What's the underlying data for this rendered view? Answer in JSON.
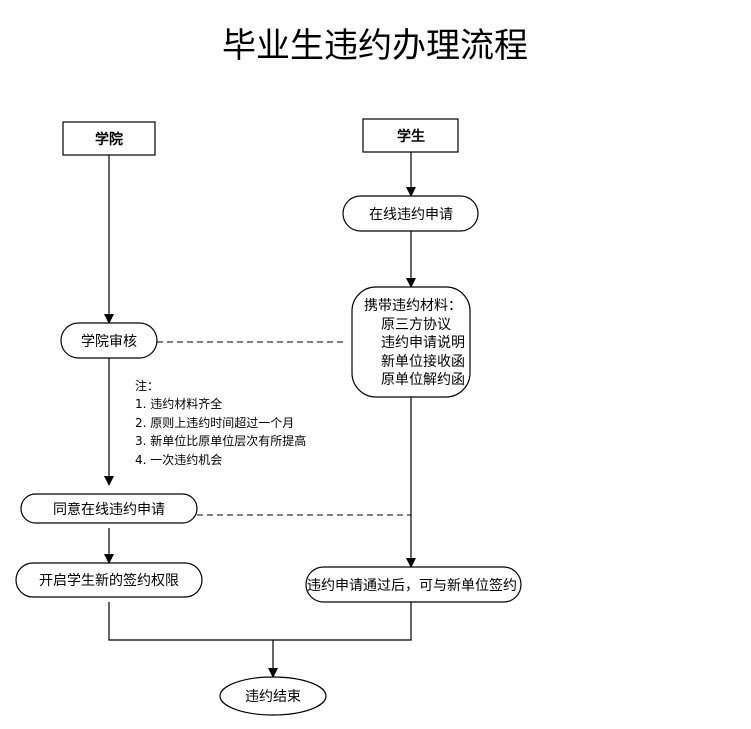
{
  "title": "毕业生违约办理流程",
  "lanes": {
    "college": "学院",
    "student": "学生"
  },
  "nodes": {
    "online_apply": "在线违约申请",
    "materials": {
      "heading": "携带违约材料：",
      "items": [
        "原三方协议",
        "违约申请说明",
        "新单位接收函",
        "原单位解约函"
      ]
    },
    "college_review": "学院审核",
    "agree": "同意在线违约申请",
    "open_rights": "开启学生新的签约权限",
    "sign_new": "违约申请通过后，可与新单位签约",
    "end": "违约结束"
  },
  "notes": {
    "heading": "注：",
    "items": [
      "1. 违约材料齐全",
      "2. 原则上违约时间超过一个月",
      "3. 新单位比原单位层次有所提高",
      "4. 一次违约机会"
    ]
  }
}
